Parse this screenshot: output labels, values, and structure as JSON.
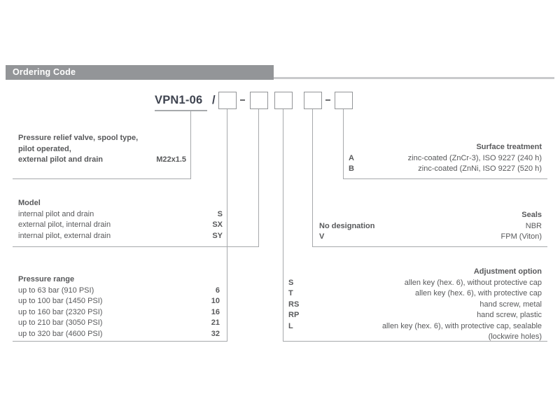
{
  "header": {
    "title": "Ordering Code"
  },
  "code_line": {
    "model_code": "VPN1-06",
    "separator": "/",
    "dash": "-",
    "boxes": [
      "",
      "",
      "",
      "",
      ""
    ]
  },
  "blocks": {
    "product": {
      "lines": [
        "Pressure relief valve, spool type,",
        "pilot operated,",
        "external pilot and drain"
      ],
      "thread": "M22x1.5"
    },
    "model": {
      "title": "Model",
      "rows": [
        {
          "desc": "internal pilot and drain",
          "code": "S"
        },
        {
          "desc": "external pilot, internal drain",
          "code": "SX"
        },
        {
          "desc": "internal pilot, external drain",
          "code": "SY"
        }
      ]
    },
    "pressure_range": {
      "title": "Pressure range",
      "rows": [
        {
          "desc": "up to 63 bar (910 PSI)",
          "code": "6"
        },
        {
          "desc": "up to 100 bar (1450 PSI)",
          "code": "10"
        },
        {
          "desc": "up to 160 bar (2320 PSI)",
          "code": "16"
        },
        {
          "desc": "up to 210 bar (3050 PSI)",
          "code": "21"
        },
        {
          "desc": "up to 320 bar (4600 PSI)",
          "code": "32"
        }
      ]
    },
    "surface_treatment": {
      "title": "Surface treatment",
      "rows": [
        {
          "code": "A",
          "desc": "zinc-coated (ZnCr-3), ISO 9227 (240 h)"
        },
        {
          "code": "B",
          "desc": "zinc-coated (ZnNi, ISO 9227 (520 h)"
        }
      ]
    },
    "seals": {
      "title": "Seals",
      "rows": [
        {
          "code": "No designation",
          "desc": "NBR"
        },
        {
          "code": "V",
          "desc": "FPM (Viton)"
        }
      ]
    },
    "adjustment_option": {
      "title": "Adjustment option",
      "rows": [
        {
          "code": "S",
          "desc": "allen key (hex. 6), without protective cap"
        },
        {
          "code": "T",
          "desc": "allen key (hex. 6), with protective cap"
        },
        {
          "code": "RS",
          "desc": "hand screw, metal"
        },
        {
          "code": "RP",
          "desc": "hand screw, plastic"
        },
        {
          "code": "L",
          "desc": "allen key (hex. 6), with protective cap, sealable"
        },
        {
          "code": "",
          "desc": "(lockwire holes)"
        }
      ]
    }
  }
}
